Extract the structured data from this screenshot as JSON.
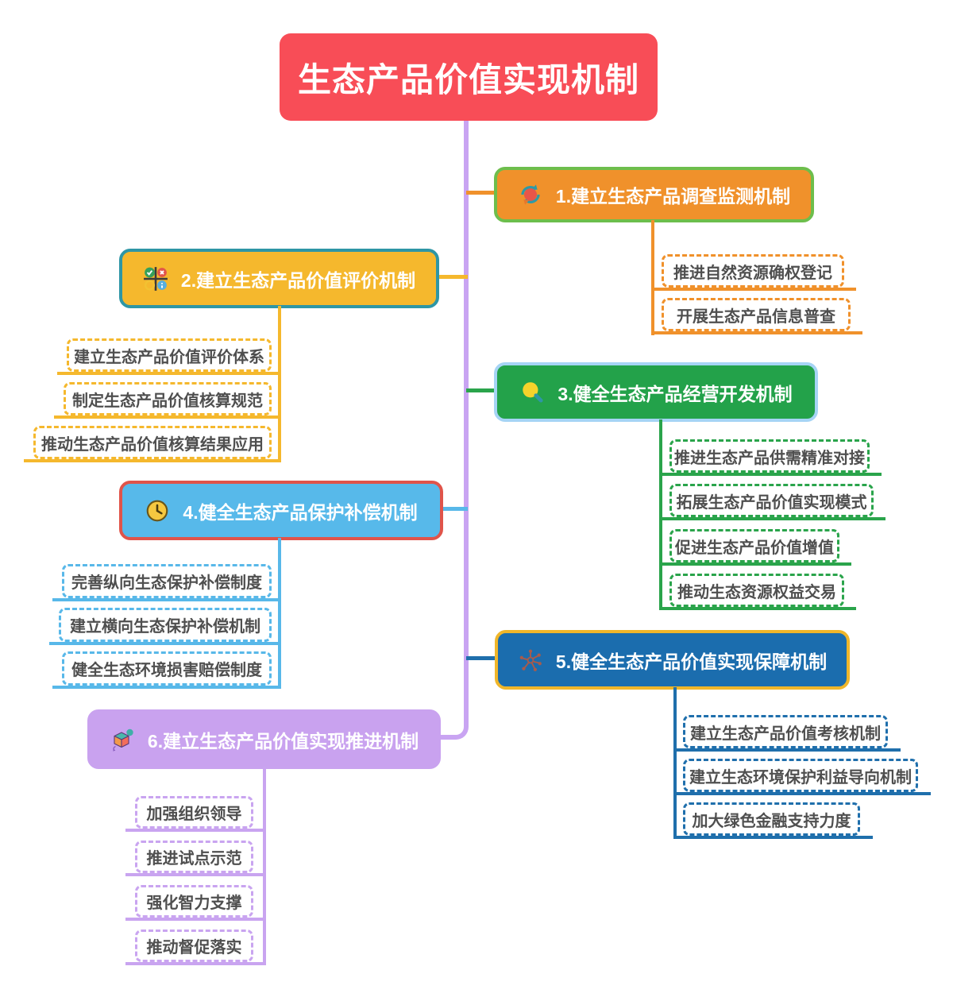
{
  "title": "生态产品价值实现机制",
  "branches": [
    {
      "label": "1.建立生态产品调查监测机制",
      "icon": "sync-icon",
      "children": [
        "推进自然资源确权登记",
        "开展生态产品信息普查"
      ]
    },
    {
      "label": "2.建立生态产品价值评价机制",
      "icon": "test-grid-icon",
      "children": [
        "建立生态产品价值评价体系",
        "制定生态产品价值核算规范",
        "推动生态产品价值核算结果应用"
      ]
    },
    {
      "label": "3.健全生态产品经营开发机制",
      "icon": "magnifier-icon",
      "children": [
        "推进生态产品供需精准对接",
        "拓展生态产品价值实现模式",
        "促进生态产品价值增值",
        "推动生态资源权益交易"
      ]
    },
    {
      "label": "4.健全生态产品保护补偿机制",
      "icon": "clock-icon",
      "children": [
        "完善纵向生态保护补偿制度",
        "建立横向生态保护补偿机制",
        "健全生态环境损害赔偿制度"
      ]
    },
    {
      "label": "5.健全生态产品价值实现保障机制",
      "icon": "network-icon",
      "children": [
        "建立生态产品价值考核机制",
        "建立生态环境保护利益导向机制",
        "加大绿色金融支持力度"
      ]
    },
    {
      "label": "6.建立生态产品价值实现推进机制",
      "icon": "cube-icon",
      "children": [
        "加强组织领导",
        "推进试点示范",
        "强化智力支撑",
        "推动督促落实"
      ]
    }
  ],
  "colors": {
    "root_fill": "#F84D57",
    "spine": "#C9A4F2",
    "leaf_text": "#4F4F4F",
    "branches": [
      {
        "fill": "#F0912B",
        "border": "#6DBE4C",
        "line": "#F0912B"
      },
      {
        "fill": "#F5B82D",
        "border": "#2E96A5",
        "line": "#F5B82D"
      },
      {
        "fill": "#23A24A",
        "border": "#A6D4F5",
        "line": "#2AA44B"
      },
      {
        "fill": "#57B9EA",
        "border": "#E0544A",
        "line": "#58B8E9"
      },
      {
        "fill": "#1B6DAE",
        "border": "#F0B62A",
        "line": "#1F6FAC"
      },
      {
        "fill": "#C9A2EF",
        "border": "#C9A2EF",
        "line": "#C9A4F0"
      }
    ]
  }
}
